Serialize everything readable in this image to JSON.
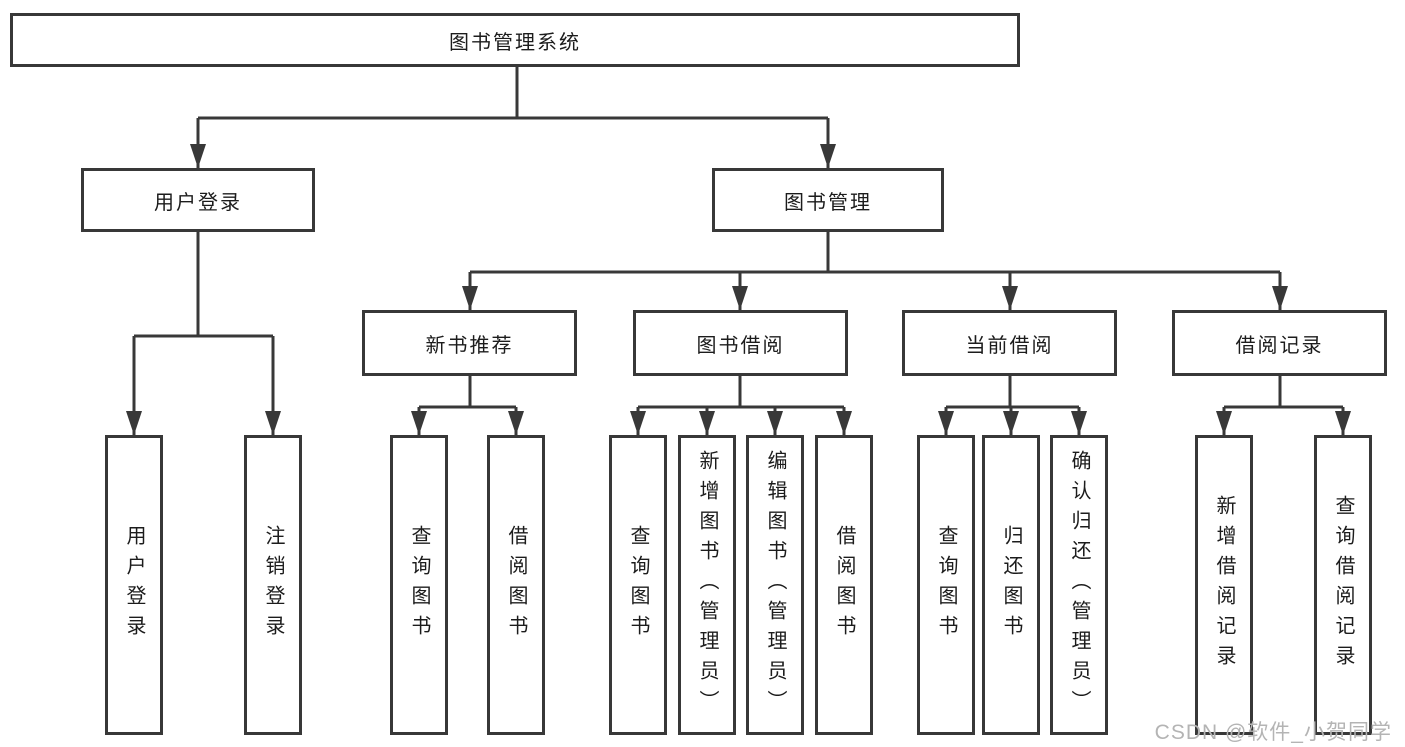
{
  "diagram": {
    "root": "图书管理系统",
    "branches": {
      "user_login": {
        "label": "用户登录",
        "children": [
          "用户登录",
          "注销登录"
        ]
      },
      "book_management": {
        "label": "图书管理",
        "sections": [
          {
            "label": "新书推荐",
            "children": [
              "查询图书",
              "借阅图书"
            ]
          },
          {
            "label": "图书借阅",
            "children": [
              "查询图书",
              "新增图书（管理员）",
              "编辑图书（管理员）",
              "借阅图书"
            ]
          },
          {
            "label": "当前借阅",
            "children": [
              "查询图书",
              "归还图书",
              "确认归还（管理员）"
            ]
          },
          {
            "label": "借阅记录",
            "children": [
              "新增借阅记录",
              "查询借阅记录"
            ]
          }
        ]
      }
    }
  },
  "watermark": "CSDN @软件_小贺同学",
  "colors": {
    "line": "#383838",
    "text": "#1c1c1c",
    "background": "#ffffff",
    "watermark": "#b4b4b4"
  }
}
